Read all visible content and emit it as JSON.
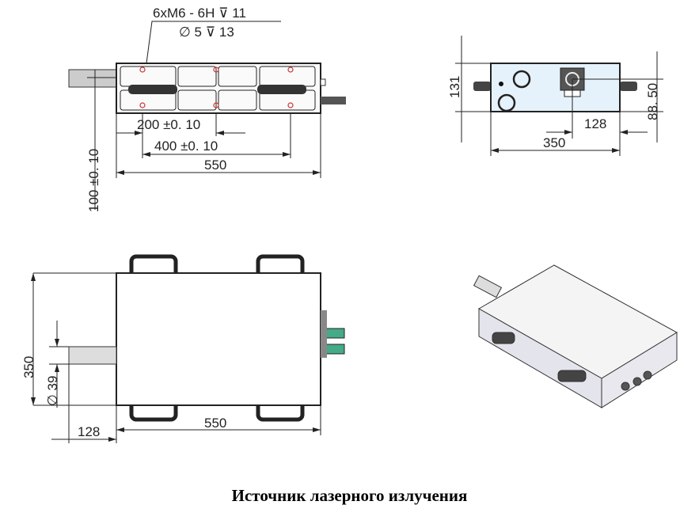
{
  "top_view": {
    "thread_callout_line1": "6xM6 - 6H ⊽ 11",
    "thread_callout_line2": "∅ 5 ⊽ 13",
    "dim_200": "200 ±0. 10",
    "dim_400": "400 ±0. 10",
    "dim_550": "550",
    "dim_100": "100 ±0. 10"
  },
  "side_view": {
    "dim_131": "131",
    "dim_88_50": "88. 50",
    "dim_128": "128",
    "dim_350": "350",
    "panel_color": "#e6f2fb"
  },
  "front_view": {
    "dim_350": "350",
    "dim_d39": "∅ 39",
    "dim_550": "550",
    "dim_128": "128"
  },
  "caption": "Источник лазерного излучения"
}
